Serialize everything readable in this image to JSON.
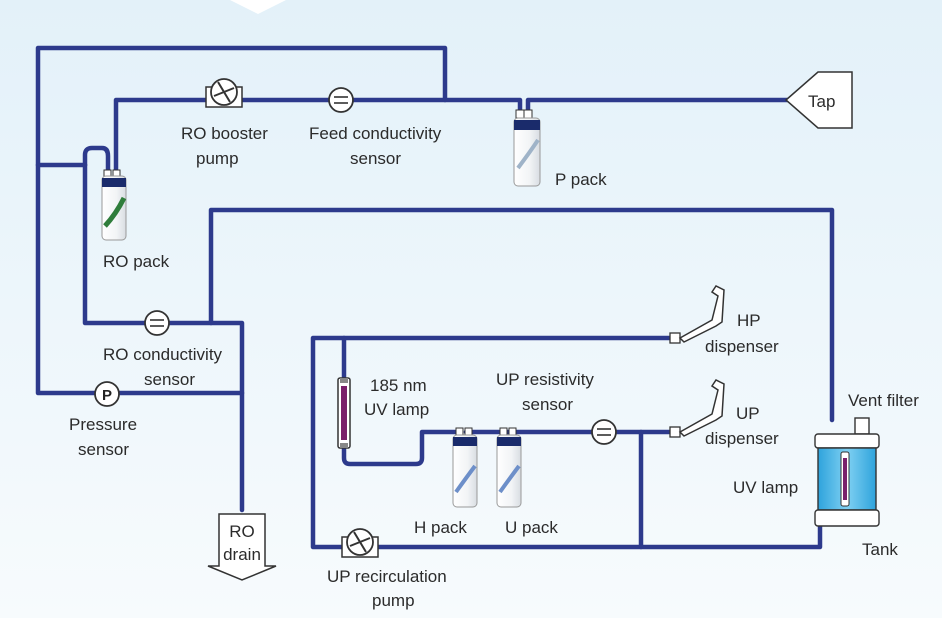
{
  "labels": {
    "tap": "Tap",
    "ro_booster_pump": [
      "RO booster",
      "pump"
    ],
    "feed_conductivity_sensor": [
      "Feed conductivity",
      "sensor"
    ],
    "p_pack": "P pack",
    "ro_pack": "RO pack",
    "ro_conductivity_sensor": [
      "RO conductivity",
      "sensor"
    ],
    "pressure_sensor": [
      "Pressure",
      "sensor"
    ],
    "pressure_symbol": "P",
    "ro_drain": [
      "RO",
      "drain"
    ],
    "uv_lamp_185": [
      "185 nm",
      "UV lamp"
    ],
    "up_resistivity_sensor": [
      "UP resistivity",
      "sensor"
    ],
    "h_pack": "H pack",
    "u_pack": "U pack",
    "hp_dispenser": [
      "HP",
      "dispenser"
    ],
    "up_dispenser": [
      "UP",
      "dispenser"
    ],
    "vent_filter": "Vent filter",
    "uv_lamp": "UV lamp",
    "tank": "Tank",
    "up_recirculation_pump": [
      "UP recirculation",
      "pump"
    ]
  },
  "colors": {
    "pipe": "#2d3a8c",
    "background_top": "#e3f1f9",
    "background_bottom": "#f7fbfd",
    "tank_water": "#2ea3dc",
    "lamp": "#7a1f6b"
  }
}
